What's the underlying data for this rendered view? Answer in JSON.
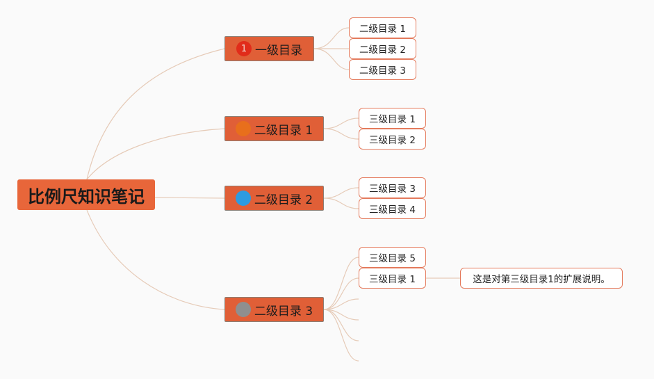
{
  "root": {
    "label": "比例尺知识笔记",
    "color": "#e8663a"
  },
  "branches": [
    {
      "label": "一级目录",
      "marker": {
        "text": "1",
        "color": "#e12c1a"
      },
      "children": [
        "二级目录 1",
        "二级目录 2",
        "二级目录 3"
      ]
    },
    {
      "label": "二级目录 1",
      "marker": {
        "text": "",
        "color": "#e86f1c"
      },
      "children": [
        "三级目录 1",
        "三级目录 2"
      ]
    },
    {
      "label": "二级目录 2",
      "marker": {
        "text": "",
        "color": "#2d9be0"
      },
      "children": [
        "三级目录 3",
        "三级目录 4"
      ]
    },
    {
      "label": "二级目录 3",
      "marker": {
        "text": "",
        "color": "#8f8f8f"
      },
      "children": [
        "三级目录 5",
        "三级目录 1"
      ]
    }
  ],
  "note": {
    "label": "这是对第三级目录1的扩展说明。"
  },
  "colors": {
    "branch_fill": "#e05f37",
    "leaf_border": "#e47a5c",
    "connector": "#e6cbb8"
  }
}
